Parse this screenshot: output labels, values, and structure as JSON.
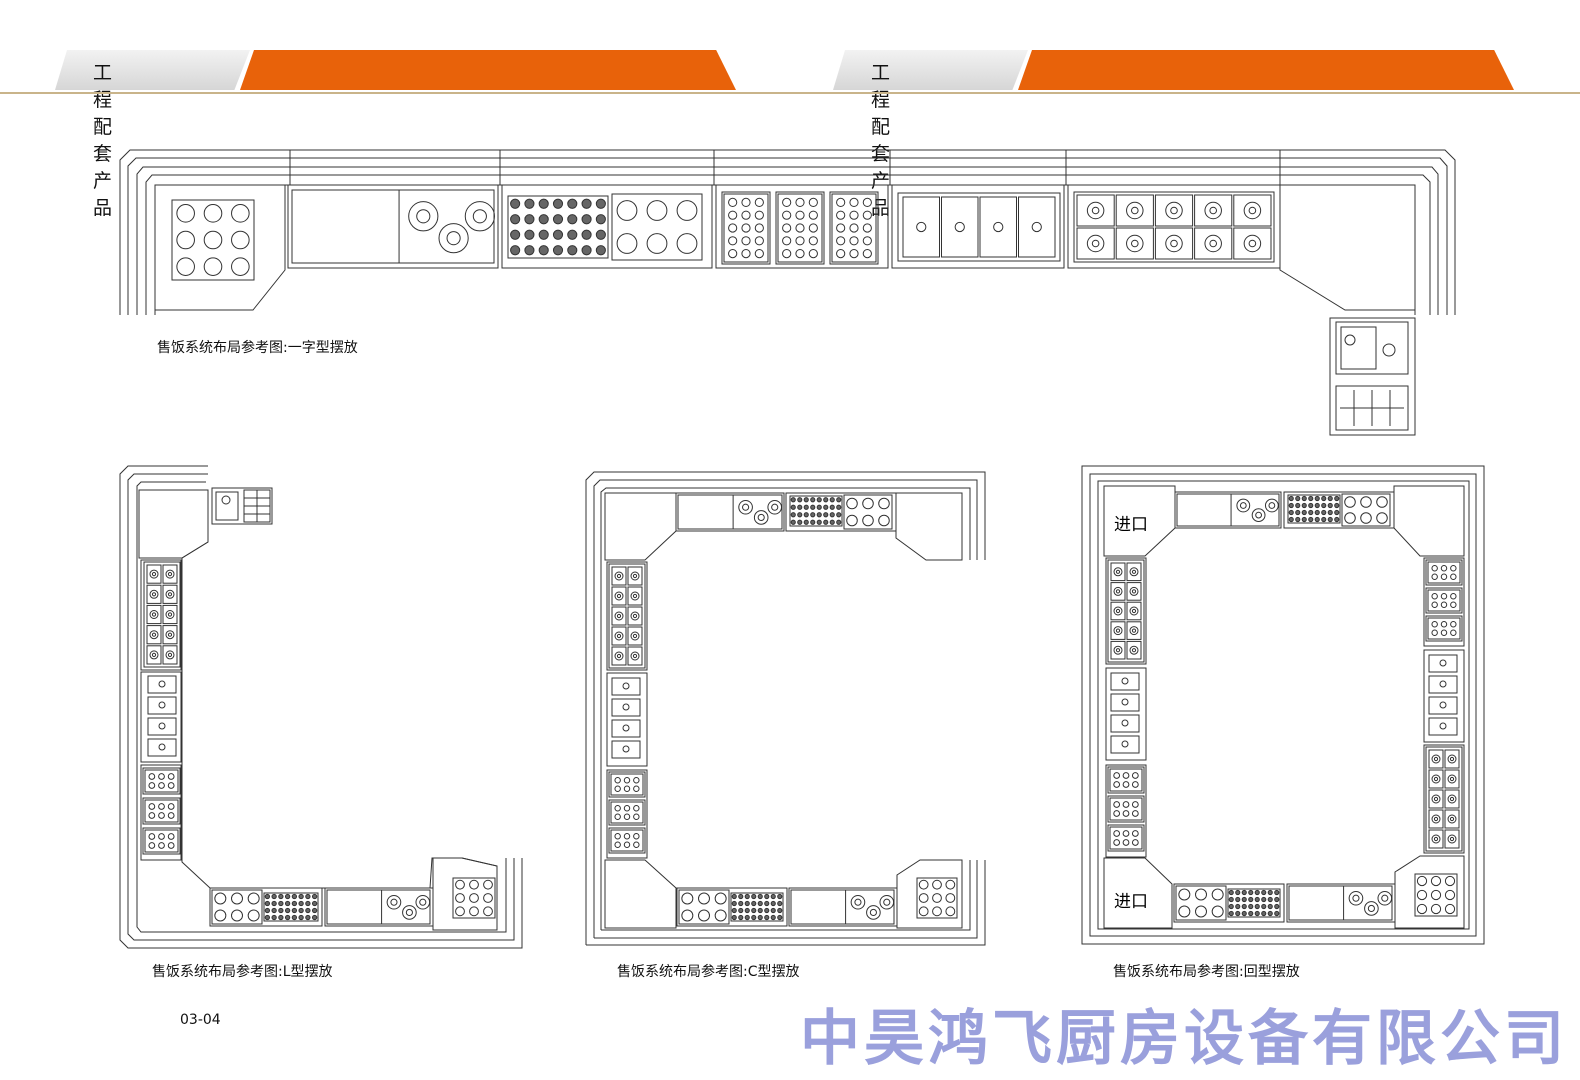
{
  "header": {
    "left_title": "工程配套产品",
    "right_title": "工程配套产品"
  },
  "captions": {
    "linear": "售饭系统布局参考图:一字型摆放",
    "l_shape": "售饭系统布局参考图:L型摆放",
    "c_shape": "售饭系统布局参考图:C型摆放",
    "loop": "售饭系统布局参考图:回型摆放"
  },
  "labels": {
    "entry_top": "进口",
    "entry_bottom": "进口"
  },
  "page_number": "03-04",
  "watermark": "中昊鸿飞厨房设备有限公司",
  "colors": {
    "accent": "#e8620a",
    "header_grey": "#d9d9d9",
    "rule": "#c9b48a",
    "watermark": "#9aa0dc"
  }
}
